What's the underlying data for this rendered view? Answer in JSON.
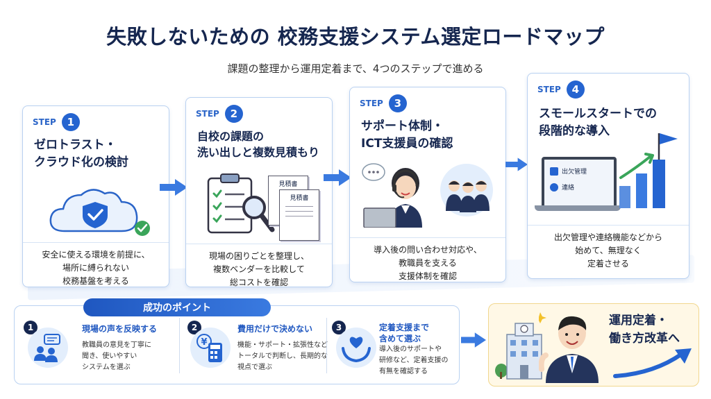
{
  "title": "失敗しないための 校務支援システム選定ロードマップ",
  "subtitle": "課題の整理から運用定着まで、4つのステップで進める",
  "steps": [
    {
      "label": "STEP",
      "num": "1",
      "title_lines": [
        "ゼロトラスト・",
        "クラウド化の検討"
      ],
      "desc_lines": [
        "安全に使える環境を前提に、",
        "場所に縛られない",
        "校務基盤を考える"
      ]
    },
    {
      "label": "STEP",
      "num": "2",
      "title_lines": [
        "自校の課題の",
        "洗い出しと複数見積もり"
      ],
      "doc_label_1": "見積書",
      "doc_label_2": "見積書",
      "desc_lines": [
        "現場の困りごとを整理し、",
        "複数ベンダーを比較して",
        "総コストを確認"
      ]
    },
    {
      "label": "STEP",
      "num": "3",
      "title_lines": [
        "サポート体制・",
        "ICT支援員の確認"
      ],
      "desc_lines": [
        "導入後の問い合わせ対応や、",
        "教職員を支える",
        "支援体制を確認"
      ]
    },
    {
      "label": "STEP",
      "num": "4",
      "title_lines": [
        "スモールスタートでの",
        "段階的な導入"
      ],
      "screen_items": [
        "出欠管理",
        "連絡"
      ],
      "desc_lines": [
        "出欠管理や連絡機能などから",
        "始めて、無理なく",
        "定着させる"
      ]
    }
  ],
  "points": {
    "heading": "成功のポイント",
    "items": [
      {
        "num": "1",
        "title_lines": [
          "現場の声を反映する"
        ],
        "body_lines": [
          "教職員の意見を丁寧に",
          "聞き、使いやすい",
          "システムを選ぶ"
        ],
        "icon": "people-chat-icon"
      },
      {
        "num": "2",
        "title_lines": [
          "費用だけで決めない"
        ],
        "body_lines": [
          "機能・サポート・拡張性など",
          "トータルで判断し、長期的な",
          "視点で選ぶ"
        ],
        "icon": "calculator-yen-icon"
      },
      {
        "num": "3",
        "title_lines": [
          "定着支援まで",
          "含めて選ぶ"
        ],
        "body_lines": [
          "導入後のサポートや",
          "研修など、定着支援の",
          "有無を確認する"
        ],
        "icon": "heart-hands-icon"
      }
    ]
  },
  "goal": {
    "lines": [
      "運用定着・",
      "働き方改革へ"
    ]
  },
  "colors": {
    "primary": "#2564d0",
    "navy": "#15264f",
    "border": "#b9d1f1",
    "goal_bg": "#fff8e6",
    "check": "#3aa55a"
  }
}
